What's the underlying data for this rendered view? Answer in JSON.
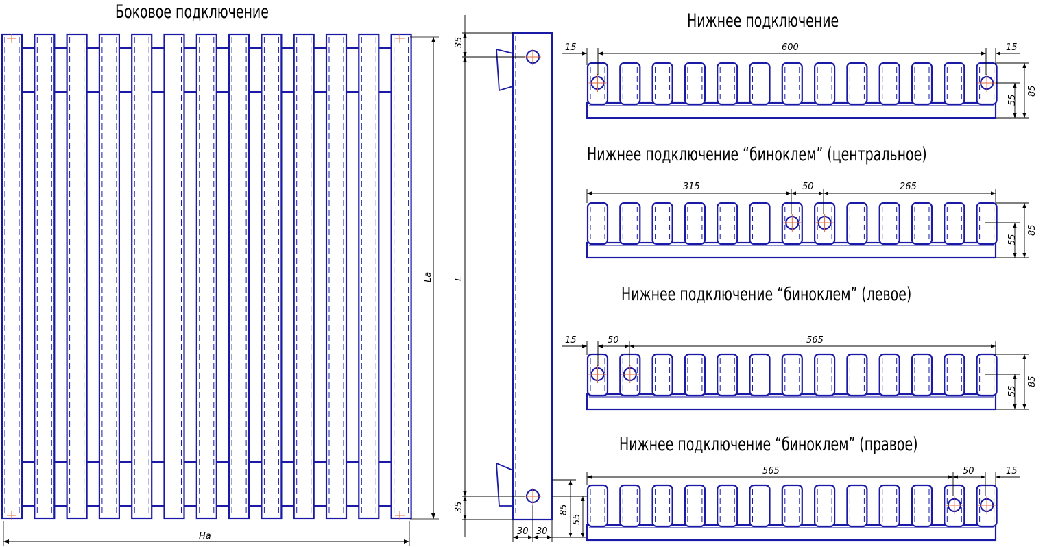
{
  "titles": {
    "side": "Боковое подключение",
    "bottom": "Нижнее подключение",
    "central": "Нижнее подключение “биноклем” (центральное)",
    "left": "Нижнее подключение “биноклем” (левое)",
    "right": "Нижнее подключение “биноклем” (правое)"
  },
  "dims": {
    "side_ha": "Ha",
    "side_la": "La",
    "profile_l": "L",
    "profile_top": "35",
    "profile_bottom": "35",
    "profile_w1": "30",
    "profile_w2": "30",
    "profile_h85": "85",
    "profile_h55": "55",
    "b1_left": "15",
    "b1_main": "600",
    "b1_right": "15",
    "b1_h85": "85",
    "b1_h55": "55",
    "b2_left": "315",
    "b2_mid": "50",
    "b2_right": "265",
    "b2_h85": "85",
    "b2_h55": "55",
    "b3_a": "15",
    "b3_b": "50",
    "b3_c": "565",
    "b3_h85": "85",
    "b3_h55": "55",
    "b4_a": "565",
    "b4_b": "50",
    "b4_c": "15"
  },
  "colors": {
    "outline": "#1a1aa6",
    "dim": "#000000",
    "center": "#e06a3c"
  },
  "tubes_count": 13
}
